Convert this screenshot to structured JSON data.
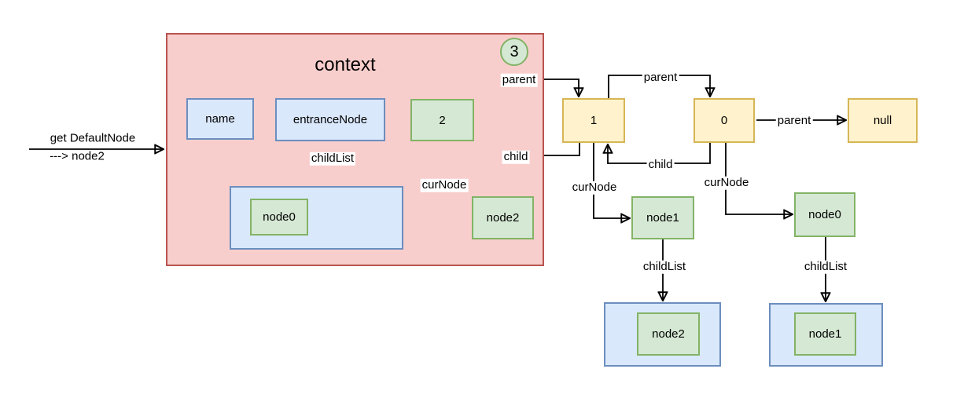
{
  "colors": {
    "context_fill": "#f8cecc",
    "context_border": "#b85450",
    "list_fill": "#dae8fc",
    "list_border": "#6c8ebf",
    "node_fill": "#d5e8d4",
    "node_border": "#82b366",
    "stack_fill": "#fff2cc",
    "stack_border": "#d6b656",
    "arrow": "#000000"
  },
  "incoming": {
    "caption_top": "get DefaultNode",
    "caption_bottom": "---> node2"
  },
  "context": {
    "title": "context",
    "badge": "3",
    "name_label": "name",
    "entrance_label": "entranceNode",
    "childlist_label": "childList",
    "childlist_node": "node0",
    "stack_value": "2",
    "curnode_label": "curNode",
    "curnode_node": "node2"
  },
  "frame1": {
    "value": "1",
    "curnode_label": "curNode",
    "curnode_node": "node1",
    "childlist_label": "childList",
    "childlist_node": "node2"
  },
  "frame0": {
    "value": "0",
    "curnode_label": "curNode",
    "curnode_node": "node0",
    "childlist_label": "childList",
    "childlist_node": "node1"
  },
  "null_label": "null",
  "edges": {
    "parent": "parent",
    "child": "child"
  }
}
